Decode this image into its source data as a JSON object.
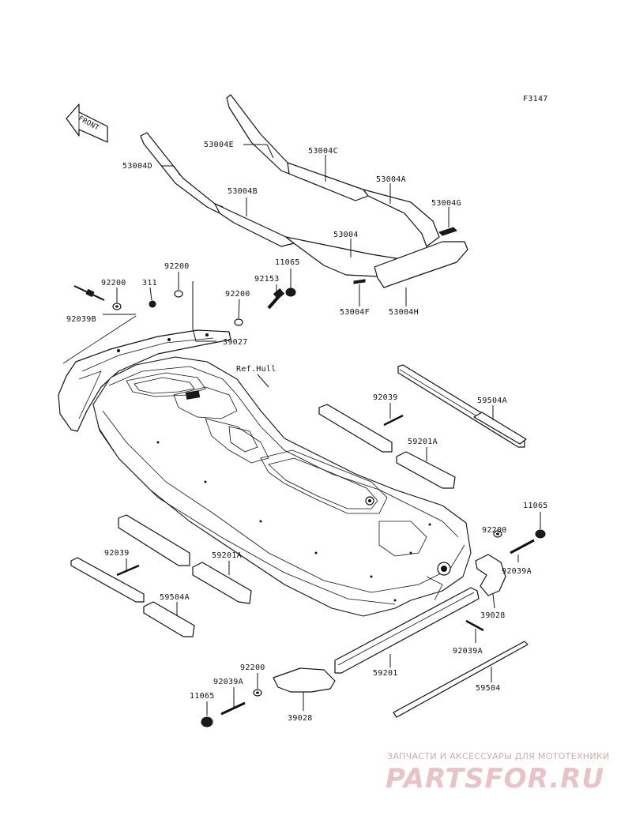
{
  "figure_code": "F3147",
  "front_arrow": "FRONT",
  "labels": {
    "p53004E": "53004E",
    "p53004D": "53004D",
    "p53004C": "53004C",
    "p53004A": "53004A",
    "p53004B": "53004B",
    "p53004G": "53004G",
    "p53004": "53004",
    "p53004F": "53004F",
    "p53004H": "53004H",
    "p11065_top": "11065",
    "p92153": "92153",
    "p92200_a": "92200",
    "p92200_b": "92200",
    "p311": "311",
    "p92200_c": "92200",
    "p92039B": "92039B",
    "p39027": "39027",
    "ref_hull": "Ref.Hull",
    "p92039_r": "92039",
    "p59504A_r": "59504A",
    "p59201A_r": "59201A",
    "p11065_r": "11065",
    "p92200_r": "92200",
    "p92039A_r": "92039A",
    "p39028_r": "39028",
    "p92039A_m": "92039A",
    "p92039_l": "92039",
    "p59201A_l": "59201A",
    "p59504A_l": "59504A",
    "p59201": "59201",
    "p59504": "59504",
    "p92200_bl": "92200",
    "p92039A_bl": "92039A",
    "p11065_bl": "11065",
    "p39028_bl": "39028"
  },
  "watermark": {
    "tagline": "ЗАПЧАСТИ И АКСЕССУАРЫ ДЛЯ МОТОТЕХНИКИ",
    "brand": "PARTSFOR.RU"
  }
}
